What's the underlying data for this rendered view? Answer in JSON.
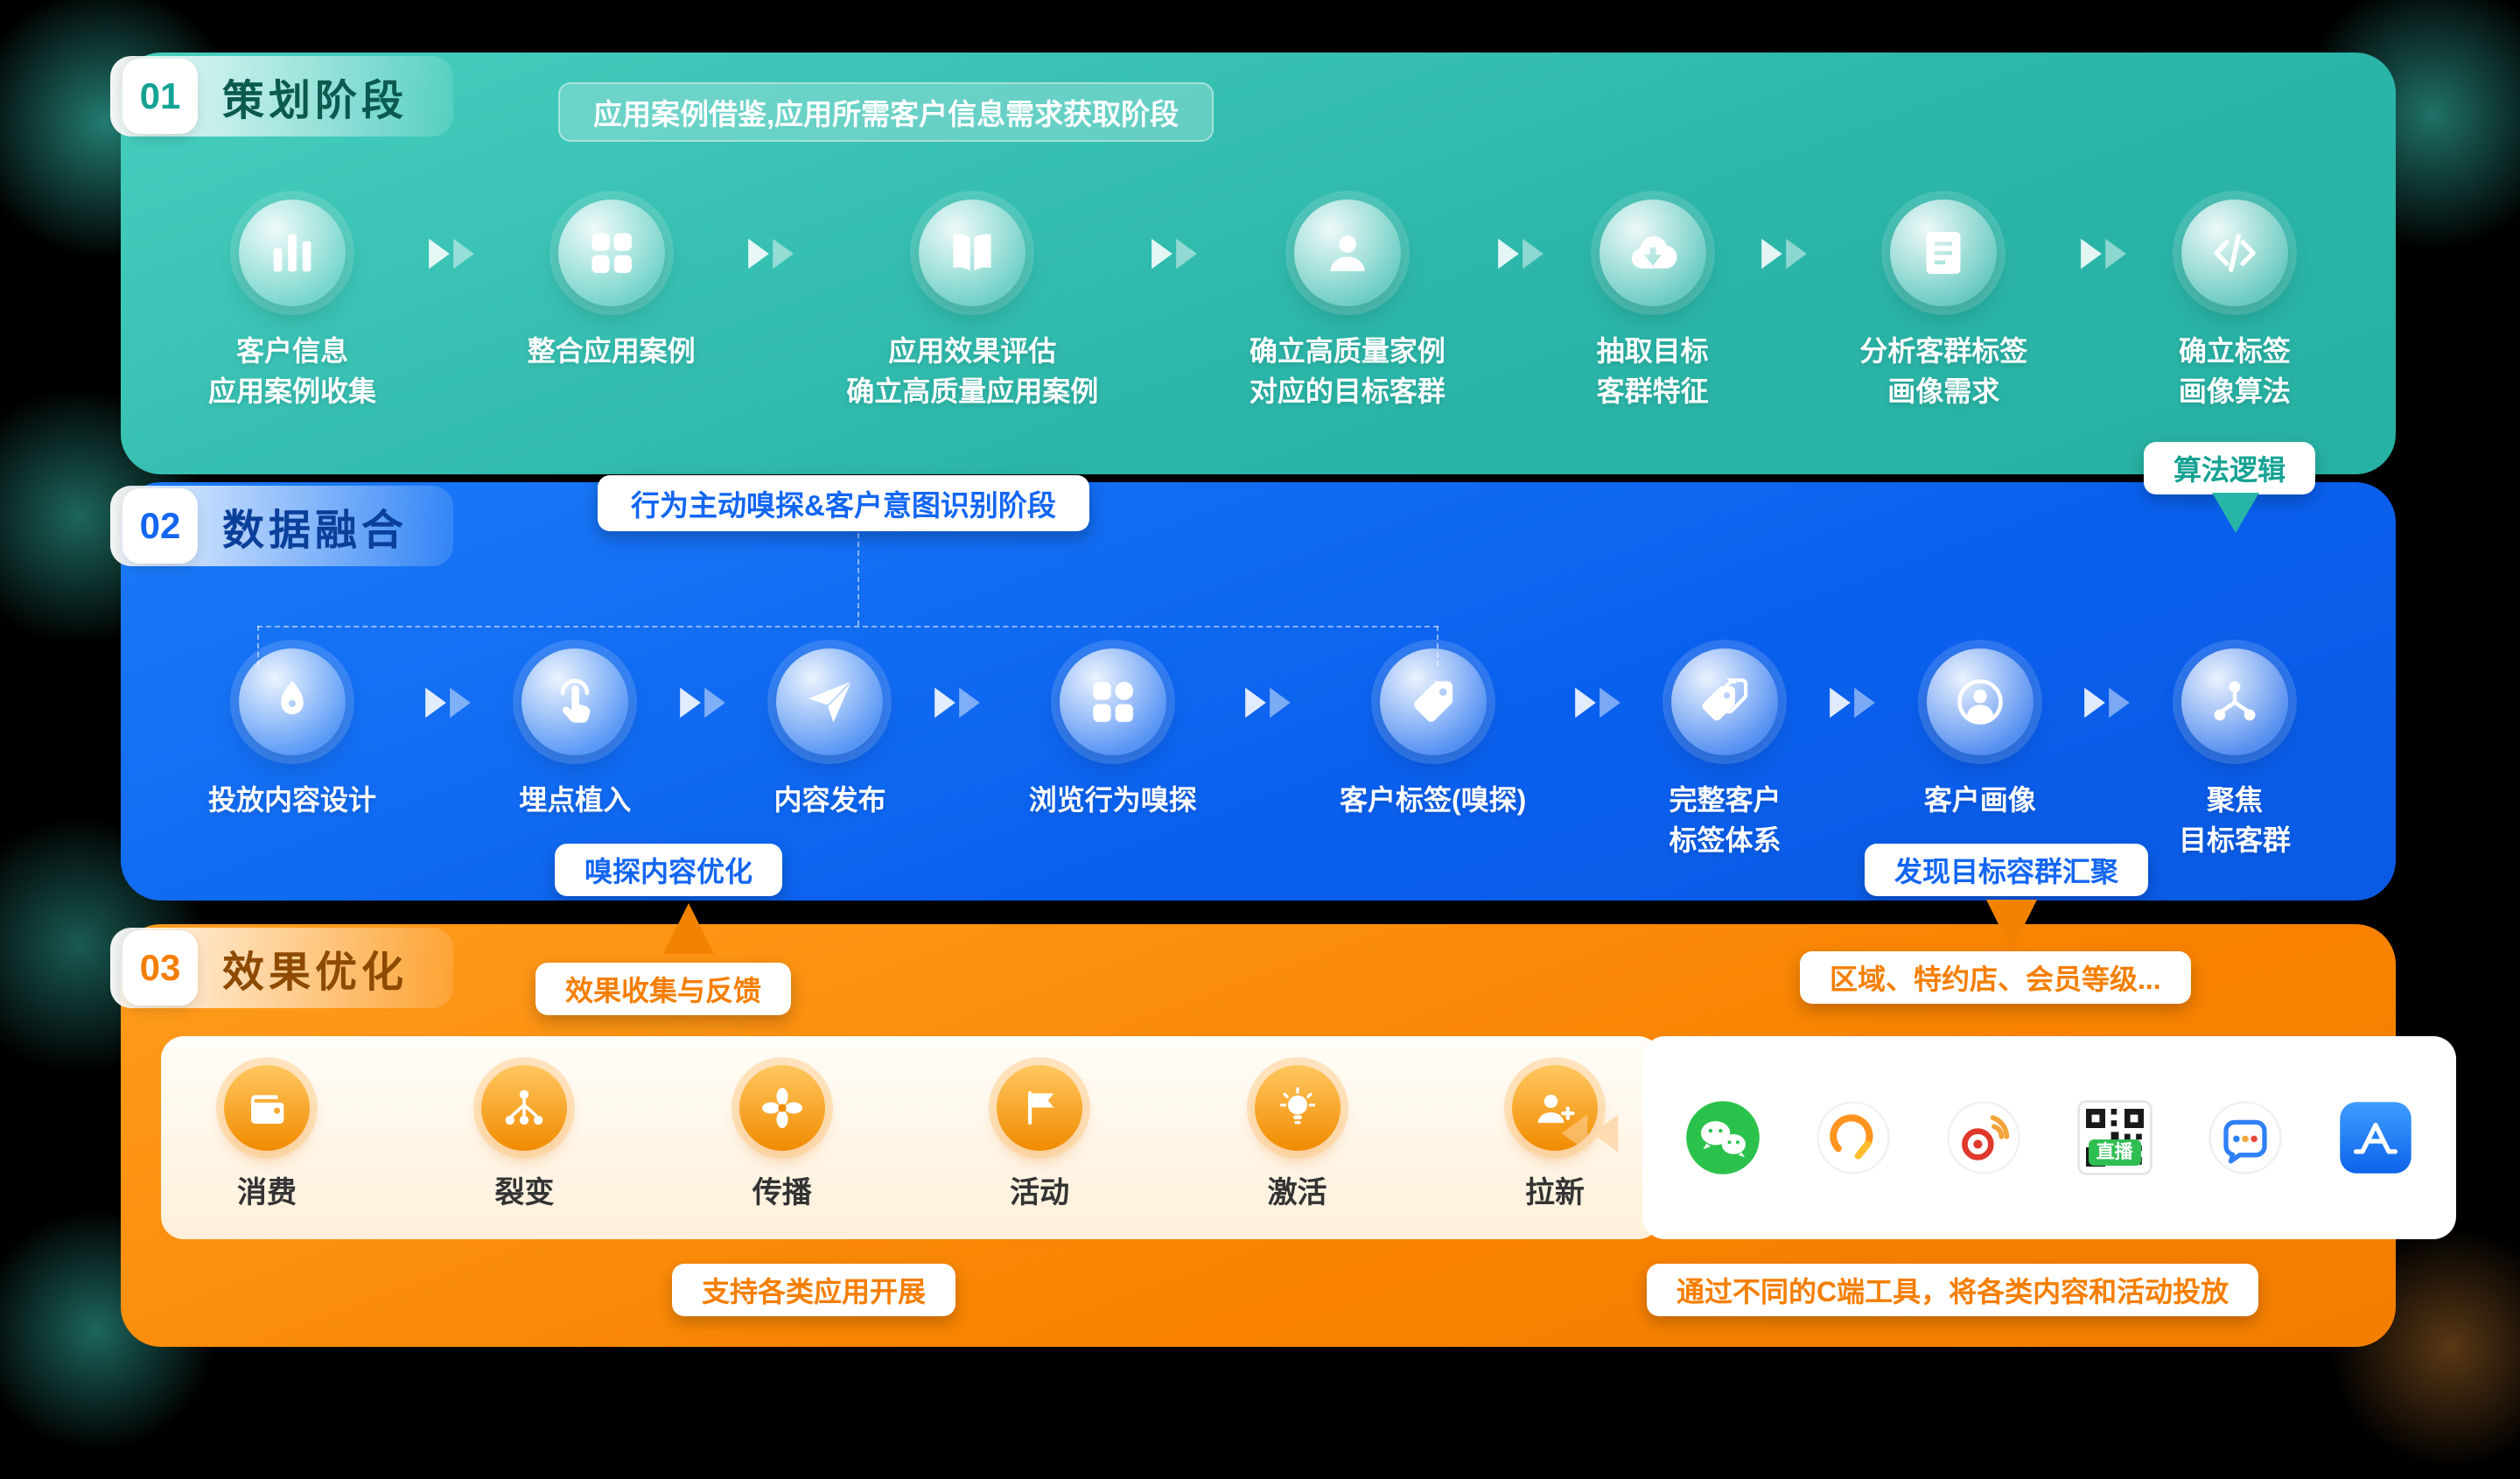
{
  "colors": {
    "phase1_teal": "#2BB6A9",
    "phase2_blue": "#0A60EE",
    "phase3_orange": "#F88300"
  },
  "phases": [
    {
      "number": "01",
      "title": "策划阶段",
      "caption": "应用案例借鉴,应用所需客户信息需求获取阶段",
      "steps": [
        {
          "icon": "bar-chart-icon",
          "label": "客户信息\n应用案例收集"
        },
        {
          "icon": "grid-icon",
          "label": "整合应用案例"
        },
        {
          "icon": "book-open-icon",
          "label": "应用效果评估\n确立高质量应用案例"
        },
        {
          "icon": "person-icon",
          "label": "确立高质量家例\n对应的目标客群"
        },
        {
          "icon": "cloud-download-icon",
          "label": "抽取目标\n客群特征"
        },
        {
          "icon": "document-icon",
          "label": "分析客群标签\n画像需求"
        },
        {
          "icon": "code-icon",
          "label": "确立标签\n画像算法"
        }
      ],
      "algo_tag": "算法逻辑"
    },
    {
      "number": "02",
      "title": "数据融合",
      "caption": "行为主动嗅探&客户意图识别阶段",
      "steps": [
        {
          "icon": "pen-icon",
          "label": "投放内容设计"
        },
        {
          "icon": "tap-icon",
          "label": "埋点植入"
        },
        {
          "icon": "send-icon",
          "label": "内容发布"
        },
        {
          "icon": "browse-icon",
          "label": "浏览行为嗅探"
        },
        {
          "icon": "tag-icon",
          "label": "客户标签(嗅探)"
        },
        {
          "icon": "tags-icon",
          "label": "完整客户\n标签体系"
        },
        {
          "icon": "person-circle-icon",
          "label": "客户画像"
        },
        {
          "icon": "share-network-icon",
          "label": "聚焦\n目标客群"
        }
      ],
      "sniff_tag": "嗅探内容优化",
      "gather_tag": "发现目标容群汇聚"
    },
    {
      "number": "03",
      "title": "效果优化",
      "feedback_tag": "效果收集与反馈",
      "region_tag": "区域、特约店、会员等级...",
      "apps": [
        {
          "icon": "wallet-icon",
          "label": "消费"
        },
        {
          "icon": "fission-icon",
          "label": "裂变"
        },
        {
          "icon": "fan-icon",
          "label": "传播"
        },
        {
          "icon": "flag-icon",
          "label": "活动"
        },
        {
          "icon": "bulb-icon",
          "label": "激活"
        },
        {
          "icon": "person-plus-icon",
          "label": "拉新"
        }
      ],
      "apps_caption": "支持各类应用开展",
      "channels": [
        "wechat-icon",
        "video-channel-icon",
        "weibo-icon",
        "qrcode-live-icon",
        "chat-dots-icon",
        "appstore-icon"
      ],
      "qr_label": "直播",
      "channels_caption": "通过不同的C端工具，将各类内容和活动投放"
    }
  ]
}
